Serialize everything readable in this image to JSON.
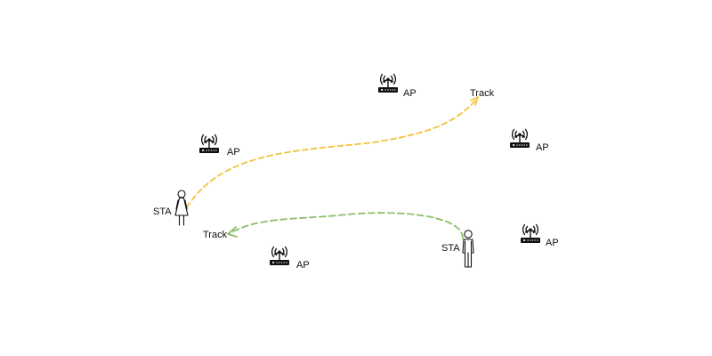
{
  "diagram": {
    "access_points": [
      {
        "label": "AP"
      },
      {
        "label": "AP"
      },
      {
        "label": "AP"
      },
      {
        "label": "AP"
      },
      {
        "label": "AP"
      }
    ],
    "stations": [
      {
        "label": "STA",
        "figure": "female-person-icon"
      },
      {
        "label": "STA",
        "figure": "male-person-icon"
      }
    ],
    "tracks": [
      {
        "label": "Track",
        "color": "#f2c23c",
        "from": "STA (female, left)",
        "to": "upper right"
      },
      {
        "label": "Track",
        "color": "#8dbf6a",
        "from": "STA (male, right)",
        "to": "left"
      }
    ],
    "colors": {
      "icon": "#111111",
      "text": "#111111",
      "track_yellow": "#f2c23c",
      "track_green": "#8dbf6a"
    }
  }
}
